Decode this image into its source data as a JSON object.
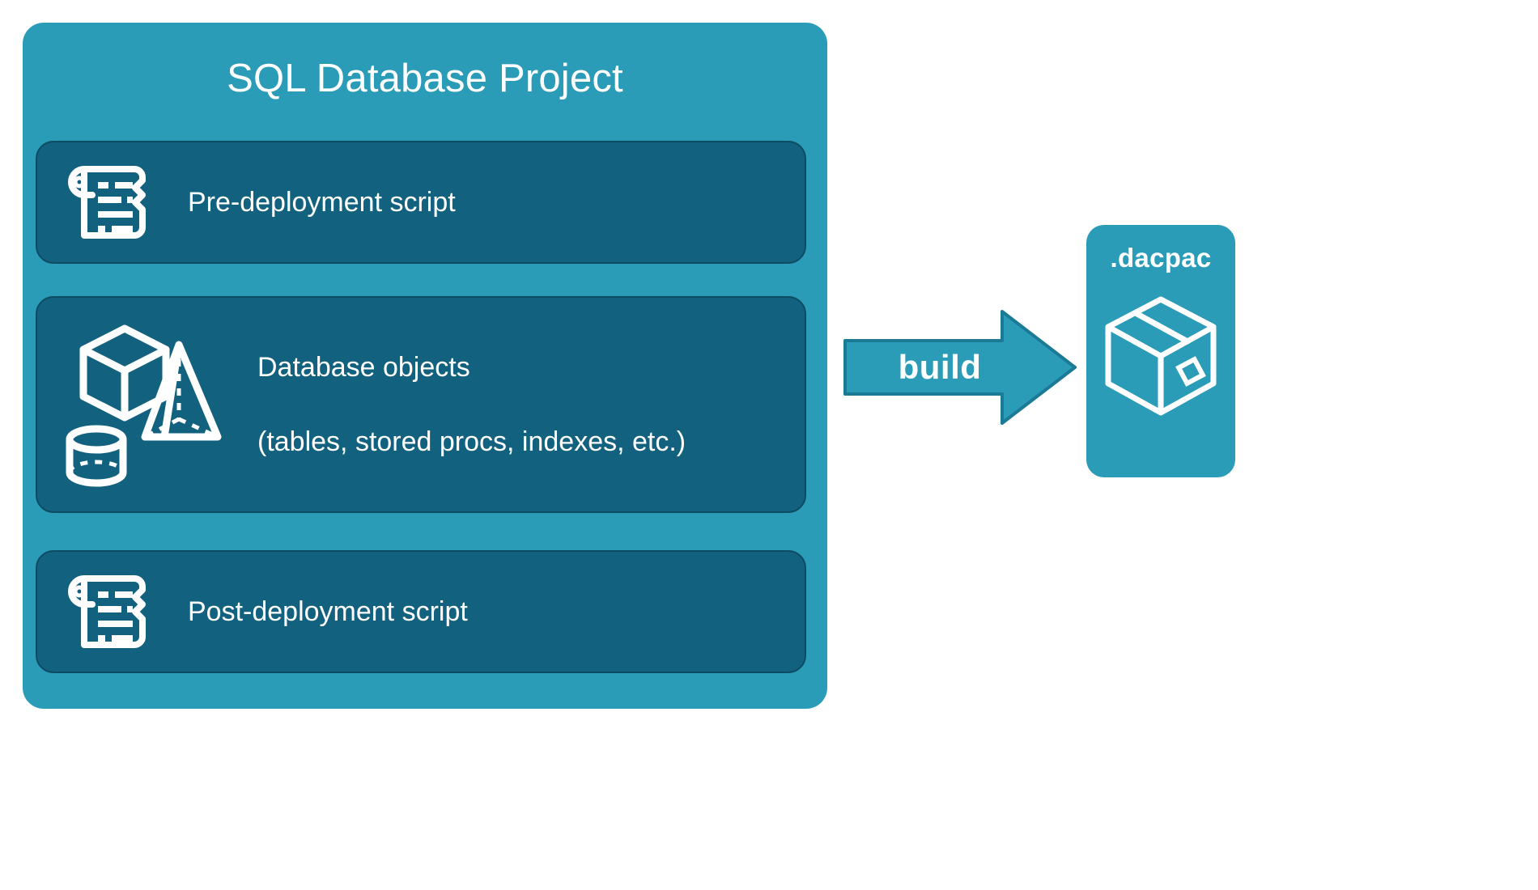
{
  "diagram": {
    "title": "SQL Database Project",
    "background_color": "#ffffff",
    "accent_color": "#2b9cb8",
    "card_color": "#12617f",
    "text_color": "#ffffff"
  },
  "project": {
    "title": "SQL Database Project",
    "items": [
      {
        "id": "pre-deployment",
        "label": "Pre-deployment script",
        "icon": "scroll-icon"
      },
      {
        "id": "database-objects",
        "label_line1": "Database objects",
        "label_line2": "(tables, stored procs, indexes, etc.)",
        "icons": [
          "cube-icon",
          "pyramid-icon",
          "cylinder-icon"
        ]
      },
      {
        "id": "post-deployment",
        "label": "Post-deployment script",
        "icon": "scroll-icon"
      }
    ]
  },
  "flow": {
    "arrow_label": "build",
    "arrow_color": "#2b9cb8",
    "arrow_outline": "#1b7a96"
  },
  "output": {
    "title": ".dacpac",
    "icon": "package-box-icon"
  }
}
